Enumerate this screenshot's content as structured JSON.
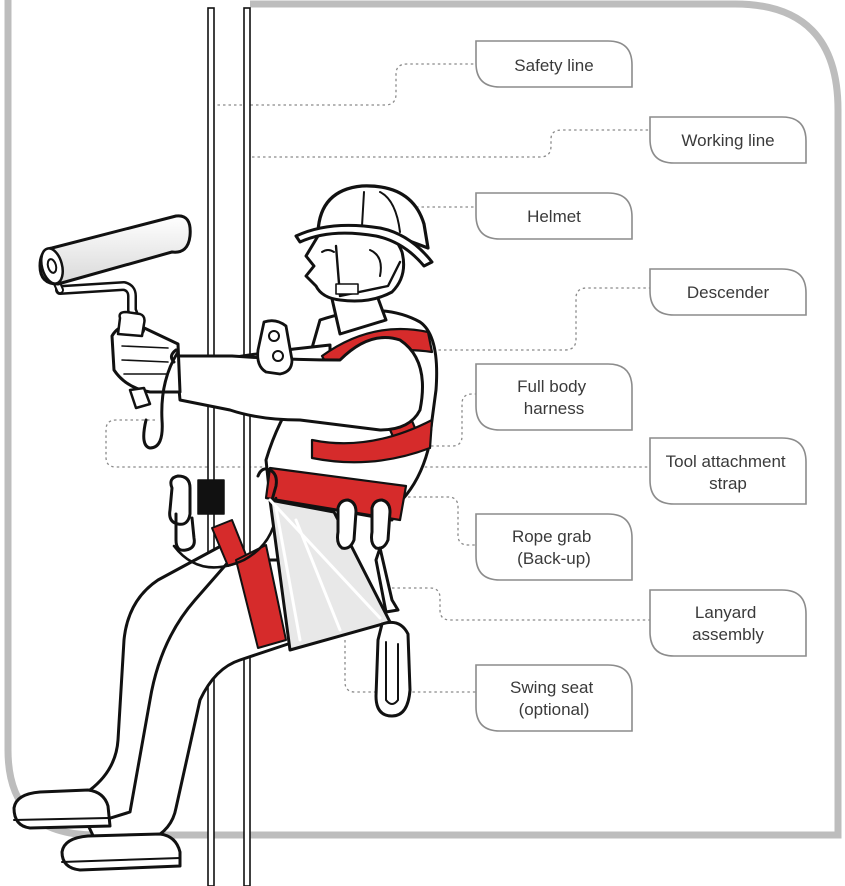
{
  "labels": {
    "safety_line": [
      "Safety line"
    ],
    "working_line": [
      "Working line"
    ],
    "helmet": [
      "Helmet"
    ],
    "descender": [
      "Descender"
    ],
    "full_body_harness": [
      "Full body",
      "harness"
    ],
    "tool_attachment_strap": [
      "Tool attachment",
      "strap"
    ],
    "rope_grab": [
      "Rope grab",
      "(Back-up)"
    ],
    "lanyard_assembly": [
      "Lanyard",
      "assembly"
    ],
    "swing_seat": [
      "Swing seat",
      "(optional)"
    ]
  },
  "colors": {
    "harness_red": "#d62b2b",
    "outline": "#111111",
    "frame": "#bdbdbd",
    "leader": "#8a8a8a",
    "tab_border": "#8c8c8c",
    "text": "#3a3a3a"
  }
}
